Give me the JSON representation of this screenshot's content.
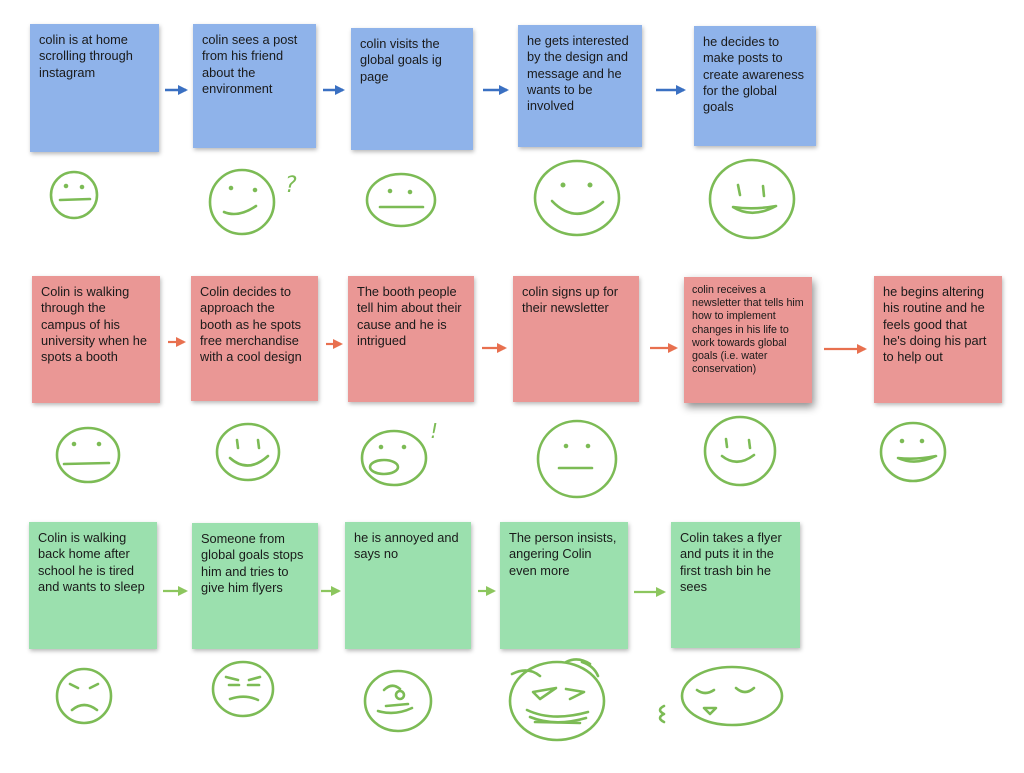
{
  "colors": {
    "row1_note": "#8fb3ea",
    "row2_note": "#ea9795",
    "row3_note": "#9be0ae",
    "row1_arrow": "#3a70c2",
    "row2_arrow": "#e8704f",
    "row3_arrow": "#8cc65e",
    "face": "#7cbb55"
  },
  "rows": [
    {
      "name": "instagram-journey",
      "notes": [
        {
          "text": "colin is at home scrolling through instagram",
          "face": "neutral"
        },
        {
          "text": "colin sees a post from his friend about the environment",
          "face": "confused",
          "face_mark": "?"
        },
        {
          "text": "colin visits the global goals ig page",
          "face": "neutral"
        },
        {
          "text": "he gets interested by the design and message and he wants to be involved",
          "face": "happy"
        },
        {
          "text": "he decides to make posts to create awareness for the global goals",
          "face": "grin"
        }
      ]
    },
    {
      "name": "campus-booth-journey",
      "notes": [
        {
          "text": "Colin is walking through the campus of his university when he spots a booth",
          "face": "neutral"
        },
        {
          "text": "Colin decides to approach the booth as he spots free merchandise with a cool design",
          "face": "happy"
        },
        {
          "text": "The booth people tell him about their cause and he is intrigued",
          "face": "surprised",
          "face_mark": "!"
        },
        {
          "text": "colin signs up for their newsletter",
          "face": "neutral"
        },
        {
          "text": "colin receives a newsletter that tells him how to implement changes in his life to work towards global goals (i.e. water conservation)",
          "face": "happy"
        },
        {
          "text": "he begins altering his routine and he feels good that he's doing his part to help out",
          "face": "grin"
        }
      ]
    },
    {
      "name": "flyer-journey",
      "notes": [
        {
          "text": "Colin is walking back home after school he is tired and wants to sleep",
          "face": "sad"
        },
        {
          "text": "Someone from global goals stops him and tries to give him flyers",
          "face": "annoyed"
        },
        {
          "text": "he is annoyed and says no",
          "face": "upset"
        },
        {
          "text": "The person insists, angering Colin even more",
          "face": "angry"
        },
        {
          "text": "Colin takes a flyer and puts it in the first trash bin he sees",
          "face": "resigned"
        }
      ]
    }
  ]
}
